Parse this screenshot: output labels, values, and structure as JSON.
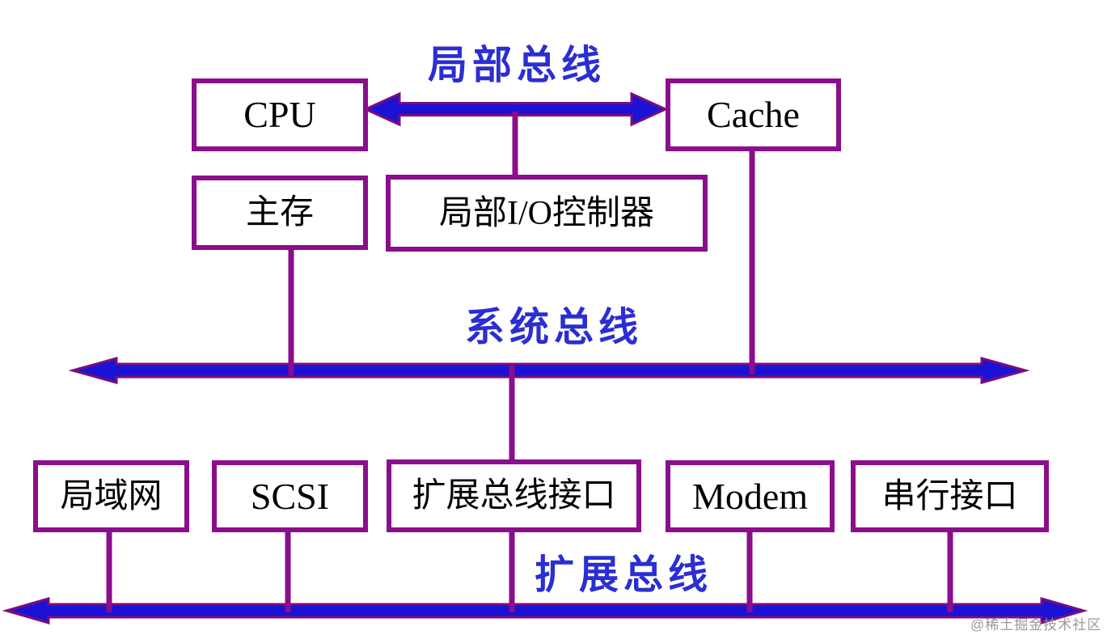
{
  "diagram": {
    "title_hint": "computer bus architecture diagram",
    "colors": {
      "box_border": "#8b0e8b",
      "box_text": "#000000",
      "bus_fill": "#1c12d6",
      "bus_outline": "#7c0d7c",
      "label_blue": "#2b2ed2",
      "watermark": "#8f8f8f"
    },
    "boxes": [
      {
        "id": "cpu",
        "label": "CPU"
      },
      {
        "id": "cache",
        "label": "Cache"
      },
      {
        "id": "main-memory",
        "label": "主存"
      },
      {
        "id": "local-io-controller",
        "label": "局部I/O控制器"
      },
      {
        "id": "lan",
        "label": "局域网"
      },
      {
        "id": "scsi",
        "label": "SCSI"
      },
      {
        "id": "expansion-bus-interface",
        "label": "扩展总线接口"
      },
      {
        "id": "modem",
        "label": "Modem"
      },
      {
        "id": "serial-interface",
        "label": "串行接口"
      }
    ],
    "bus_labels": {
      "local": "局部总线",
      "system": "系统总线",
      "expansion": "扩展总线"
    },
    "buses": [
      {
        "name": "local-bus",
        "style": "double-headed arrow",
        "connects": [
          "CPU",
          "Cache"
        ]
      },
      {
        "name": "system-bus",
        "style": "double-headed arrow",
        "connects": [
          "主存",
          "Cache",
          "扩展总线接口"
        ]
      },
      {
        "name": "expansion-bus",
        "style": "double-headed arrow",
        "connects": [
          "局域网",
          "SCSI",
          "扩展总线接口",
          "Modem",
          "串行接口"
        ]
      }
    ],
    "watermark": "@稀土掘金技术社区"
  }
}
